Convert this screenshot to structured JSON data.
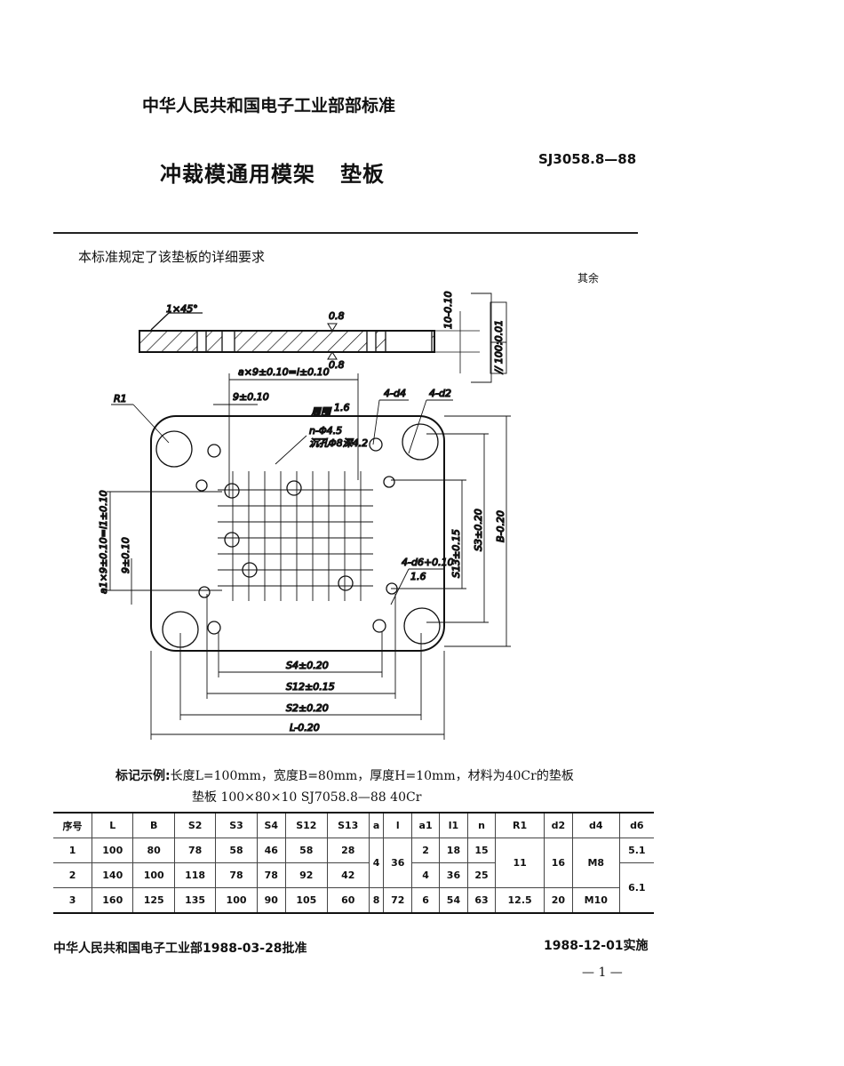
{
  "header": {
    "org": "中华人民共和国电子工业部部标准",
    "title_a": "冲裁模通用模架",
    "title_b": "垫板",
    "code": "SJ3058.8—88"
  },
  "intro": "本标准规定了该垫板的详细要求",
  "rest_roughness": "其余",
  "drawing": {
    "labels": {
      "chamfer": "1×45°",
      "rough_top": "0.8",
      "rough_bot": "0.8",
      "thick": "10-0.10",
      "parallel": "// 100:0.01",
      "pitch_total": "a×9±0.10=l±0.10",
      "pitch": "9±0.10",
      "r1": "R1",
      "around": "周围",
      "rough_side": "1.6",
      "d4": "4-d4",
      "d2": "4-d2",
      "n_holes": "n-Φ4.5",
      "counter": "沉孔Φ8深4.2",
      "s13": "S13±0.15",
      "s3": "S3±0.20",
      "b": "B-0.20",
      "a1_total": "a1×9±0.10=l1±0.10",
      "pitch_v": "9±0.10",
      "d6": "4-d6+0.10",
      "rough_d6": "1.6",
      "s4": "S4±0.20",
      "s12": "S12±0.15",
      "s2": "S2±0.20",
      "l": "L-0.20"
    }
  },
  "example": {
    "label": "标记示例:",
    "line1": "长度L=100mm，宽度B=80mm，厚度H=10mm，材料为40Cr的垫板",
    "line2": "垫板   100×80×10   SJ7058.8—88   40Cr"
  },
  "table": {
    "headers": [
      "序号",
      "L",
      "B",
      "S2",
      "S3",
      "S4",
      "S12",
      "S13",
      "a",
      "l",
      "a1",
      "l1",
      "n",
      "R1",
      "d2",
      "d4",
      "d6"
    ],
    "rows": [
      {
        "no": "1",
        "L": "100",
        "B": "80",
        "S2": "78",
        "S3": "58",
        "S4": "46",
        "S12": "58",
        "S13": "28",
        "a": "4",
        "l": "36",
        "a1": "2",
        "l1": "18",
        "n": "15",
        "R1": "11",
        "d2": "16",
        "d4": "M8",
        "d6": "5.1"
      },
      {
        "no": "2",
        "L": "140",
        "B": "100",
        "S2": "118",
        "S3": "78",
        "S4": "78",
        "S12": "92",
        "S13": "42",
        "a1": "4",
        "l1": "36",
        "n": "25",
        "d6": "6.1"
      },
      {
        "no": "3",
        "L": "160",
        "B": "125",
        "S2": "135",
        "S3": "100",
        "S4": "90",
        "S12": "105",
        "S13": "60",
        "a": "8",
        "l": "72",
        "a1": "6",
        "l1": "54",
        "n": "63",
        "R1": "12.5",
        "d2": "20",
        "d4": "M10"
      }
    ]
  },
  "footer": {
    "approved": "中华人民共和国电子工业部1988-03-28批准",
    "effective": "1988-12-01实施",
    "page": "— 1 —"
  }
}
